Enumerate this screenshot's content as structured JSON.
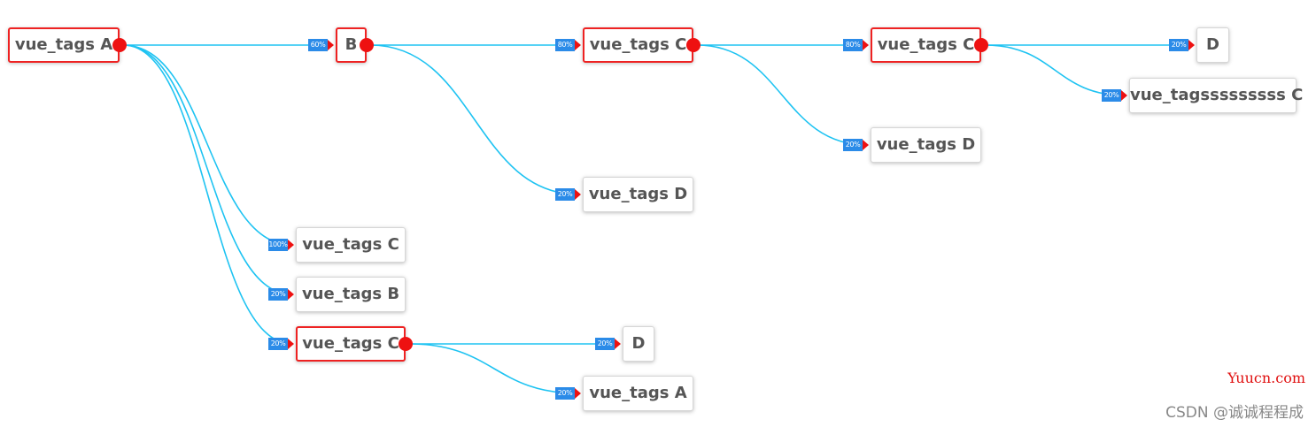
{
  "diagram": {
    "link_color": "#1ec3f2",
    "badge_color": "#2b8be8",
    "toggle_color": "#ee1111",
    "expanded_border_color": "#ee2222",
    "nodes": [
      {
        "id": "n1",
        "label": "vue_tags A",
        "expanded": true
      },
      {
        "id": "n2",
        "label": "B",
        "expanded": true
      },
      {
        "id": "n3",
        "label": "vue_tags C",
        "expanded": true
      },
      {
        "id": "n4",
        "label": "vue_tags C",
        "expanded": true
      },
      {
        "id": "n5",
        "label": "D",
        "expanded": false
      },
      {
        "id": "n6",
        "label": "vue_tagsssssssss C",
        "expanded": false
      },
      {
        "id": "n7",
        "label": "vue_tags D",
        "expanded": false
      },
      {
        "id": "n8",
        "label": "vue_tags D",
        "expanded": false
      },
      {
        "id": "n9",
        "label": "vue_tags C",
        "expanded": false
      },
      {
        "id": "n10",
        "label": "vue_tags B",
        "expanded": false
      },
      {
        "id": "n11",
        "label": "vue_tags C",
        "expanded": true
      },
      {
        "id": "n12",
        "label": "D",
        "expanded": false
      },
      {
        "id": "n13",
        "label": "vue_tags A",
        "expanded": false
      }
    ],
    "links": [
      {
        "from": "n1",
        "to": "n2",
        "percent": "60%"
      },
      {
        "from": "n1",
        "to": "n9",
        "percent": "100%"
      },
      {
        "from": "n1",
        "to": "n10",
        "percent": "20%"
      },
      {
        "from": "n1",
        "to": "n11",
        "percent": "20%"
      },
      {
        "from": "n2",
        "to": "n3",
        "percent": "80%"
      },
      {
        "from": "n2",
        "to": "n8",
        "percent": "20%"
      },
      {
        "from": "n3",
        "to": "n4",
        "percent": "80%"
      },
      {
        "from": "n3",
        "to": "n7",
        "percent": "20%"
      },
      {
        "from": "n4",
        "to": "n5",
        "percent": "20%"
      },
      {
        "from": "n4",
        "to": "n6",
        "percent": "20%"
      },
      {
        "from": "n11",
        "to": "n12",
        "percent": "20%"
      },
      {
        "from": "n11",
        "to": "n13",
        "percent": "20%"
      }
    ]
  },
  "watermark": {
    "site": "Yuucn.com",
    "csdn": "CSDN @诚诚程程成"
  }
}
